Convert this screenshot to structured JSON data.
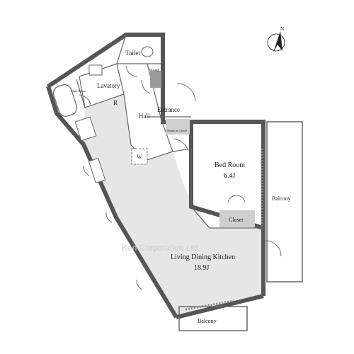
{
  "plan": {
    "rooms": {
      "toilet": "Toilet",
      "storage": "Storage",
      "lavatory": "Lavatory",
      "bath_room": "Bath Room",
      "refrigerator_mark": "R",
      "hall": "Hall",
      "entrance": "Entrance",
      "shoes_closet": "Shoes in Closet",
      "washer_mark": "W",
      "bed_room": "Bed Room",
      "bed_room_size": "6.4J",
      "closet": "Closet",
      "balcony_east": "Balcony",
      "ldk": "Living Dining Kitchen",
      "ldk_size": "18.9J",
      "balcony_south": "Balcony"
    },
    "north_label": "N",
    "watermark": "Ken Corporation Ltd.",
    "colors": {
      "wall": "#555555",
      "floor": "#e6e6e6",
      "fixture": "#9a9a9a"
    }
  }
}
